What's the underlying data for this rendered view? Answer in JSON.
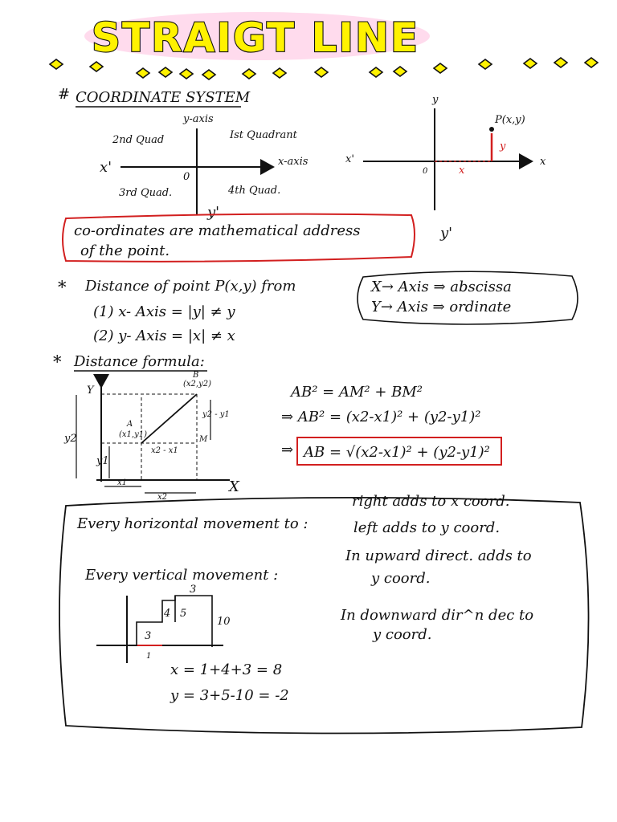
{
  "title": "STRAIGT LINE",
  "colors": {
    "title_fill": "#fff200",
    "title_glow": "#ff99cc",
    "accent_red": "#d21f1f",
    "ink": "#111111"
  },
  "coordinate_system": {
    "heading_hash": "#",
    "heading": "COORDINATE SYSTEM",
    "y_axis": "y-axis",
    "x_axis": "x-axis",
    "x_prime": "x'",
    "y_prime": "y'",
    "origin": "0",
    "q1": "Ist Quadrant",
    "q2": "2nd Quad",
    "q3": "3rd Quad.",
    "q4": "4th Quad.",
    "right": {
      "y": "y",
      "point": "P(x,y)",
      "y_dist": "y",
      "x_dist": "x",
      "x": "x",
      "x_prime": "x'",
      "origin": "0",
      "y_prime": "y'"
    }
  },
  "definition": {
    "line1": "co-ordinates are mathematical address",
    "line2": "of the point."
  },
  "distance_from": {
    "bullet": "*",
    "heading": "Distance of point P(x,y) from",
    "item1": "(1) x- Axis = |y| ≠ y",
    "item2": "(2) y- Axis = |x| ≠ x"
  },
  "terms": {
    "line1": "X→ Axis ⇒ abscissa",
    "line2": "Y→ Axis ⇒ ordinate"
  },
  "distance_formula": {
    "bullet": "*",
    "heading": "Distance formula:",
    "diagram": {
      "y": "Y",
      "x": "X",
      "B": "B",
      "B_coords": "(x2,y2)",
      "A": "A",
      "A_coords": "(x1,y1)",
      "M": "M",
      "horiz": "x2 - x1",
      "vert": "y2 - y1",
      "y2": "y2",
      "y1": "y1",
      "x1": "x1",
      "x2": "x2"
    },
    "eq1": "AB² = AM² + BM²",
    "eq2": "⇒ AB² = (x2-x1)² + (y2-y1)²",
    "eq3_prefix": "⇒",
    "eq3": "AB = √(x2-x1)² + (y2-y1)²"
  },
  "movement": {
    "h_label": "Every horizontal movement to :",
    "h_right": "right adds to x coord.",
    "h_left": "left adds to y coord.",
    "v_label": "Every vertical movement :",
    "v_up1": "In upward direct. adds to",
    "v_up2": "y coord.",
    "v_down1": "In downward dir^n dec to",
    "v_down2": "y coord.",
    "diagram_labels": {
      "a": "3",
      "b": "4",
      "c": "5",
      "d": "3",
      "e": "10",
      "f": "1"
    },
    "calc_x": "x = 1+4+3 = 8",
    "calc_y": "y = 3+5-10 = -2"
  }
}
